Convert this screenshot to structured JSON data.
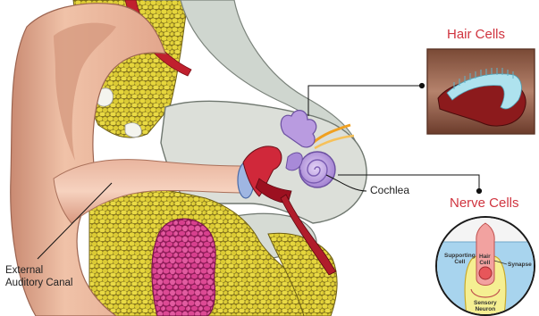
{
  "titles": {
    "hair_cells": "Hair Cells",
    "nerve_cells": "Nerve Cells"
  },
  "labels": {
    "cochlea": "Cochlea",
    "canal_line1": "External",
    "canal_line2": "Auditory Canal"
  },
  "nerve_inset": {
    "supporting_line1": "Supporting",
    "supporting_line2": "Cell",
    "hair_line1": "Hair",
    "hair_line2": "Cell",
    "synapse": "Synapse",
    "sensory_line1": "Sensory",
    "sensory_line2": "Neuron"
  },
  "colors": {
    "skin": "#e8b39a",
    "fat": "#e2d23a",
    "bone": "#d8dcd6",
    "cochlea": "#b99be0",
    "muscle": "#d8408e",
    "vessel": "#c0202e",
    "title_red": "#d0343f"
  }
}
